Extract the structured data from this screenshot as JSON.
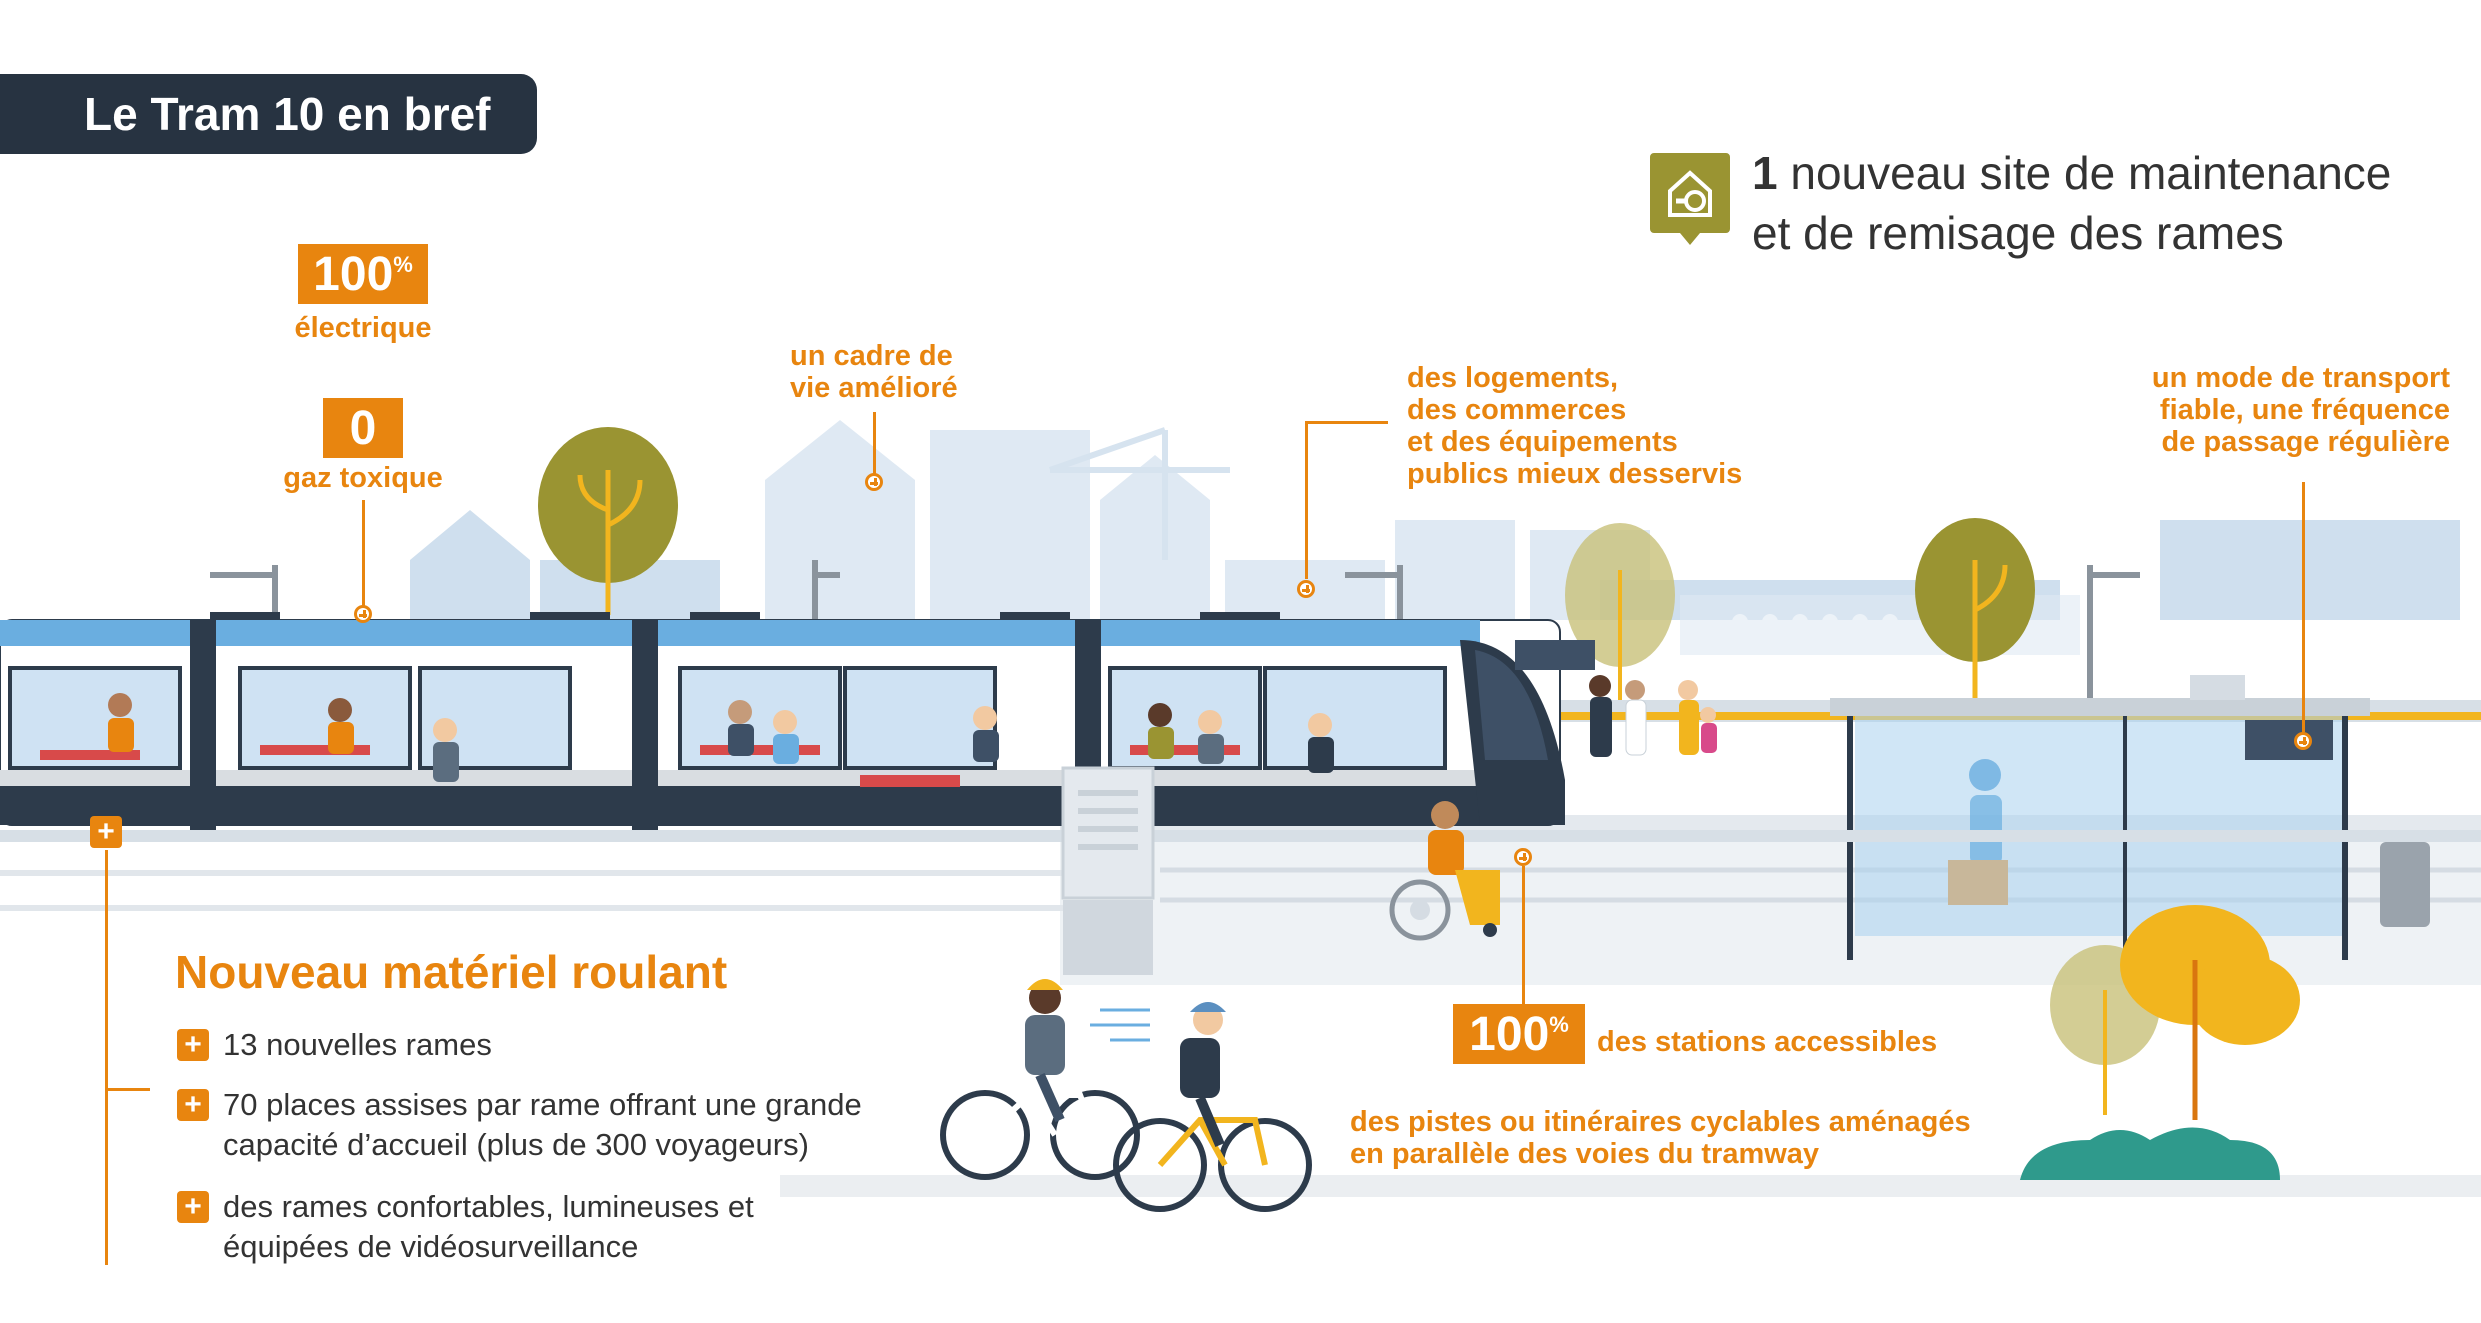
{
  "title": "Le Tram 10 en bref",
  "stats": {
    "electric_value": "100",
    "electric_unit": "%",
    "electric_label": "électrique",
    "gas_value": "0",
    "gas_label": "gaz toxique",
    "stations_value": "100",
    "stations_unit": "%",
    "stations_label": "des stations accessibles"
  },
  "maintenance": {
    "number": "1",
    "line1": "nouveau site de maintenance",
    "line2": "et de remisage des rames",
    "icon": "maintenance-house-icon"
  },
  "callouts": {
    "cadre_line1": "un cadre de",
    "cadre_line2": "vie amélioré",
    "logements_line1": "des logements,",
    "logements_line2": "des commerces",
    "logements_line3": "et des équipements",
    "logements_line4": "publics mieux desservis",
    "transport_line1": "un mode de transport",
    "transport_line2": "fiable, une fréquence",
    "transport_line3": "de passage régulière",
    "pistes_line1": "des pistes ou itinéraires cyclables aménagés",
    "pistes_line2": "en parallèle des voies du tramway"
  },
  "rolling_stock": {
    "heading": "Nouveau matériel roulant",
    "items": [
      {
        "line1": "13 nouvelles rames",
        "line2": ""
      },
      {
        "line1": "70 places assises par rame offrant une grande",
        "line2": "capacité d’accueil (plus de 300 voyageurs)"
      },
      {
        "line1": "des rames confortables, lumineuses et",
        "line2": "équipées de vidéosurveillance"
      }
    ]
  },
  "colors": {
    "accent": "#e8850f",
    "title_bg": "#273341",
    "olive": "#9a9432",
    "tram_blue": "#6aaee0",
    "tree_yellow": "#f2b51e",
    "teal_bush": "#2f9a8c"
  }
}
